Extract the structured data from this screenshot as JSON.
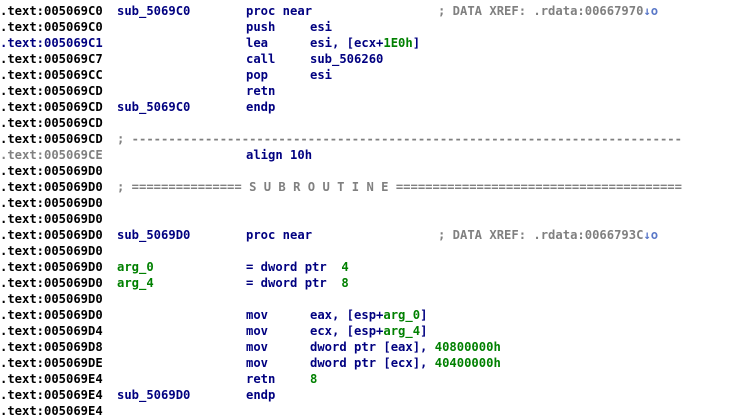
{
  "colors": {
    "background": "#ffffff",
    "address": "#000000",
    "address_current": "#000080",
    "address_dim": "#808080",
    "instruction": "#000080",
    "number": "#008000",
    "comment": "#808080"
  },
  "lines": [
    {
      "seg": ".text:",
      "addr": "005069C0",
      "label": "sub_5069C0",
      "mnem": "proc near",
      "xref": "; DATA XREF: .rdata:00667970",
      "xref_icon": "↓o"
    },
    {
      "seg": ".text:",
      "addr": "005069C0",
      "mnem": "push",
      "ops_pre": "esi"
    },
    {
      "seg": ".text:",
      "addr": "005069C1",
      "current": true,
      "mnem": "lea",
      "ops_pre": "esi, [ecx+",
      "ops_num": "1E0h",
      "ops_post": "]"
    },
    {
      "seg": ".text:",
      "addr": "005069C7",
      "mnem": "call",
      "ops_pre": "sub_506260"
    },
    {
      "seg": ".text:",
      "addr": "005069CC",
      "mnem": "pop",
      "ops_pre": "esi"
    },
    {
      "seg": ".text:",
      "addr": "005069CD",
      "mnem": "retn"
    },
    {
      "seg": ".text:",
      "addr": "005069CD",
      "label": "sub_5069C0",
      "mnem": "endp"
    },
    {
      "seg": ".text:",
      "addr": "005069CD"
    },
    {
      "seg": ".text:",
      "addr": "005069CD",
      "sep": "; ---------------------------------------------------------------------------"
    },
    {
      "seg": ".text:",
      "addr": "005069CE",
      "dim": true,
      "mnem": "align 10h"
    },
    {
      "seg": ".text:",
      "addr": "005069D0"
    },
    {
      "seg": ".text:",
      "addr": "005069D0",
      "sep": "; =============== S U B R O U T I N E ======================================="
    },
    {
      "seg": ".text:",
      "addr": "005069D0"
    },
    {
      "seg": ".text:",
      "addr": "005069D0"
    },
    {
      "seg": ".text:",
      "addr": "005069D0",
      "label": "sub_5069D0",
      "mnem": "proc near",
      "xref": "; DATA XREF: .rdata:0066793C",
      "xref_icon": "↓o"
    },
    {
      "seg": ".text:",
      "addr": "005069D0"
    },
    {
      "seg": ".text:",
      "addr": "005069D0",
      "arg": "arg_0",
      "equ_pre": "= dword ptr  ",
      "equ_num": "4"
    },
    {
      "seg": ".text:",
      "addr": "005069D0",
      "arg": "arg_4",
      "equ_pre": "= dword ptr  ",
      "equ_num": "8"
    },
    {
      "seg": ".text:",
      "addr": "005069D0"
    },
    {
      "seg": ".text:",
      "addr": "005069D0",
      "mnem": "mov",
      "ops_pre": "eax, [esp+",
      "ops_arg": "arg_0",
      "ops_post": "]"
    },
    {
      "seg": ".text:",
      "addr": "005069D4",
      "mnem": "mov",
      "ops_pre": "ecx, [esp+",
      "ops_arg": "arg_4",
      "ops_post": "]"
    },
    {
      "seg": ".text:",
      "addr": "005069D8",
      "mnem": "mov",
      "ops_pre": "dword ptr [eax], ",
      "ops_num": "40800000h"
    },
    {
      "seg": ".text:",
      "addr": "005069DE",
      "mnem": "mov",
      "ops_pre": "dword ptr [ecx], ",
      "ops_num": "40400000h"
    },
    {
      "seg": ".text:",
      "addr": "005069E4",
      "mnem": "retn",
      "ops_num": "8"
    },
    {
      "seg": ".text:",
      "addr": "005069E4",
      "label": "sub_5069D0",
      "mnem": "endp"
    },
    {
      "seg": ".text:",
      "addr": "005069E4"
    }
  ]
}
